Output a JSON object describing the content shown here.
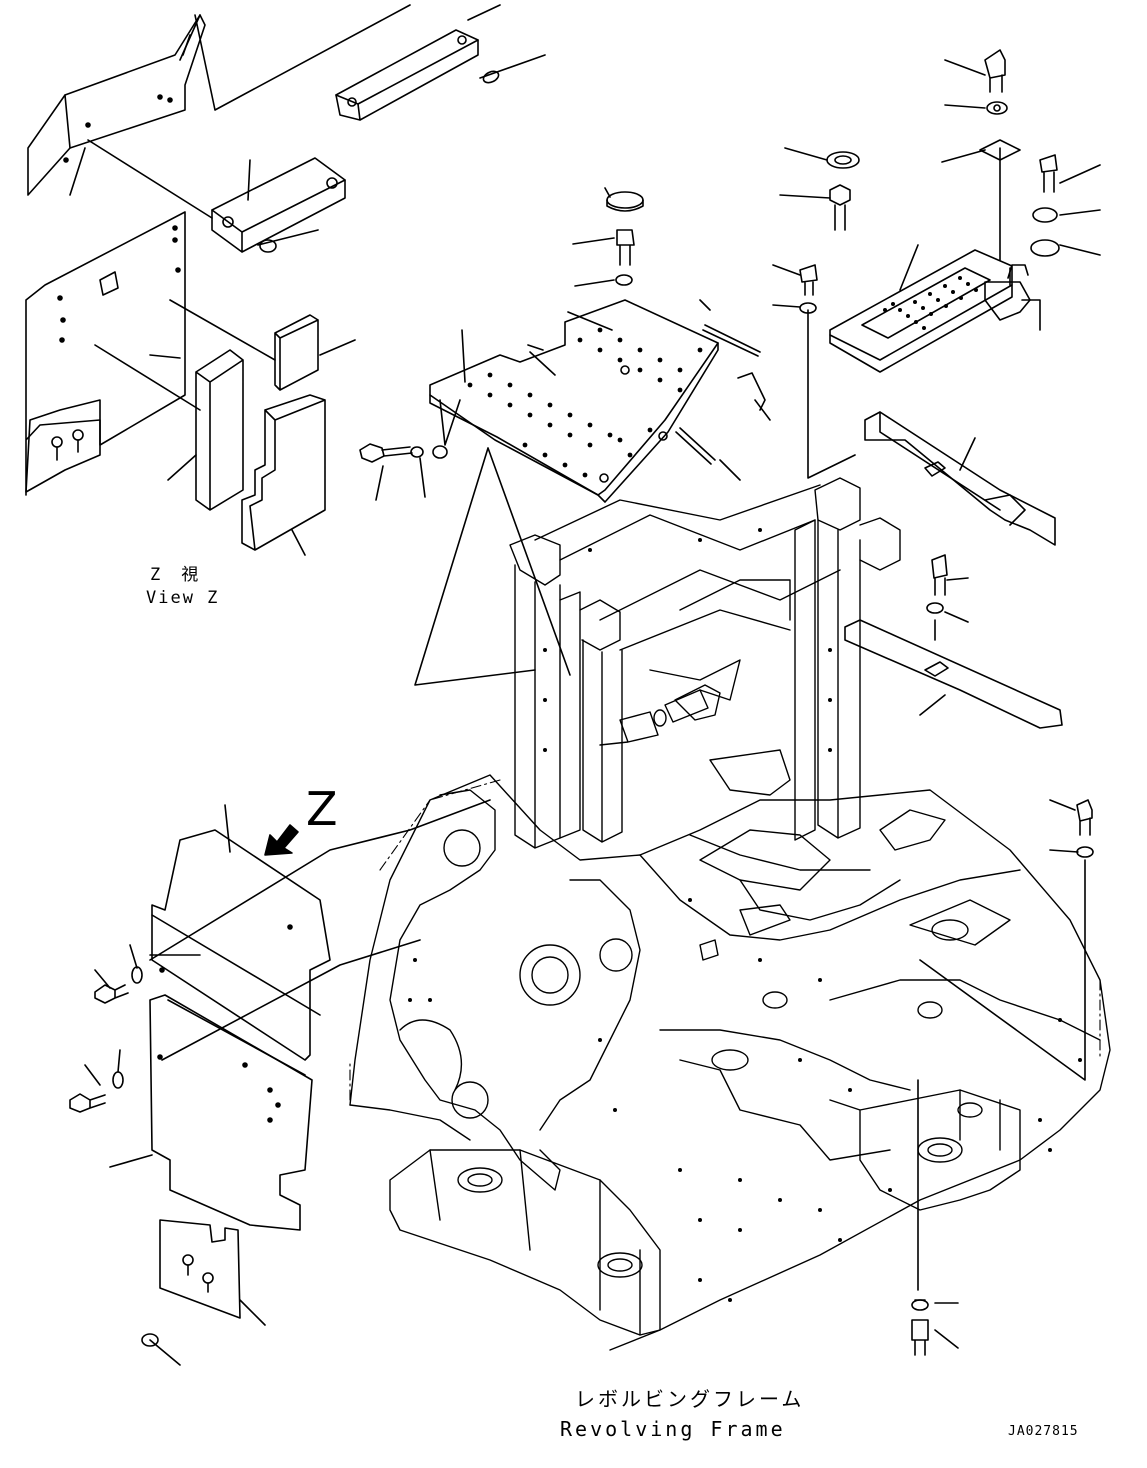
{
  "view_label_jp": "Z　視",
  "view_label_en": "View Z",
  "arrow_letter": "Z",
  "frame_label_jp": "レボルビングフレーム",
  "frame_label_en": "Revolving Frame",
  "drawing_number": "JA027815"
}
